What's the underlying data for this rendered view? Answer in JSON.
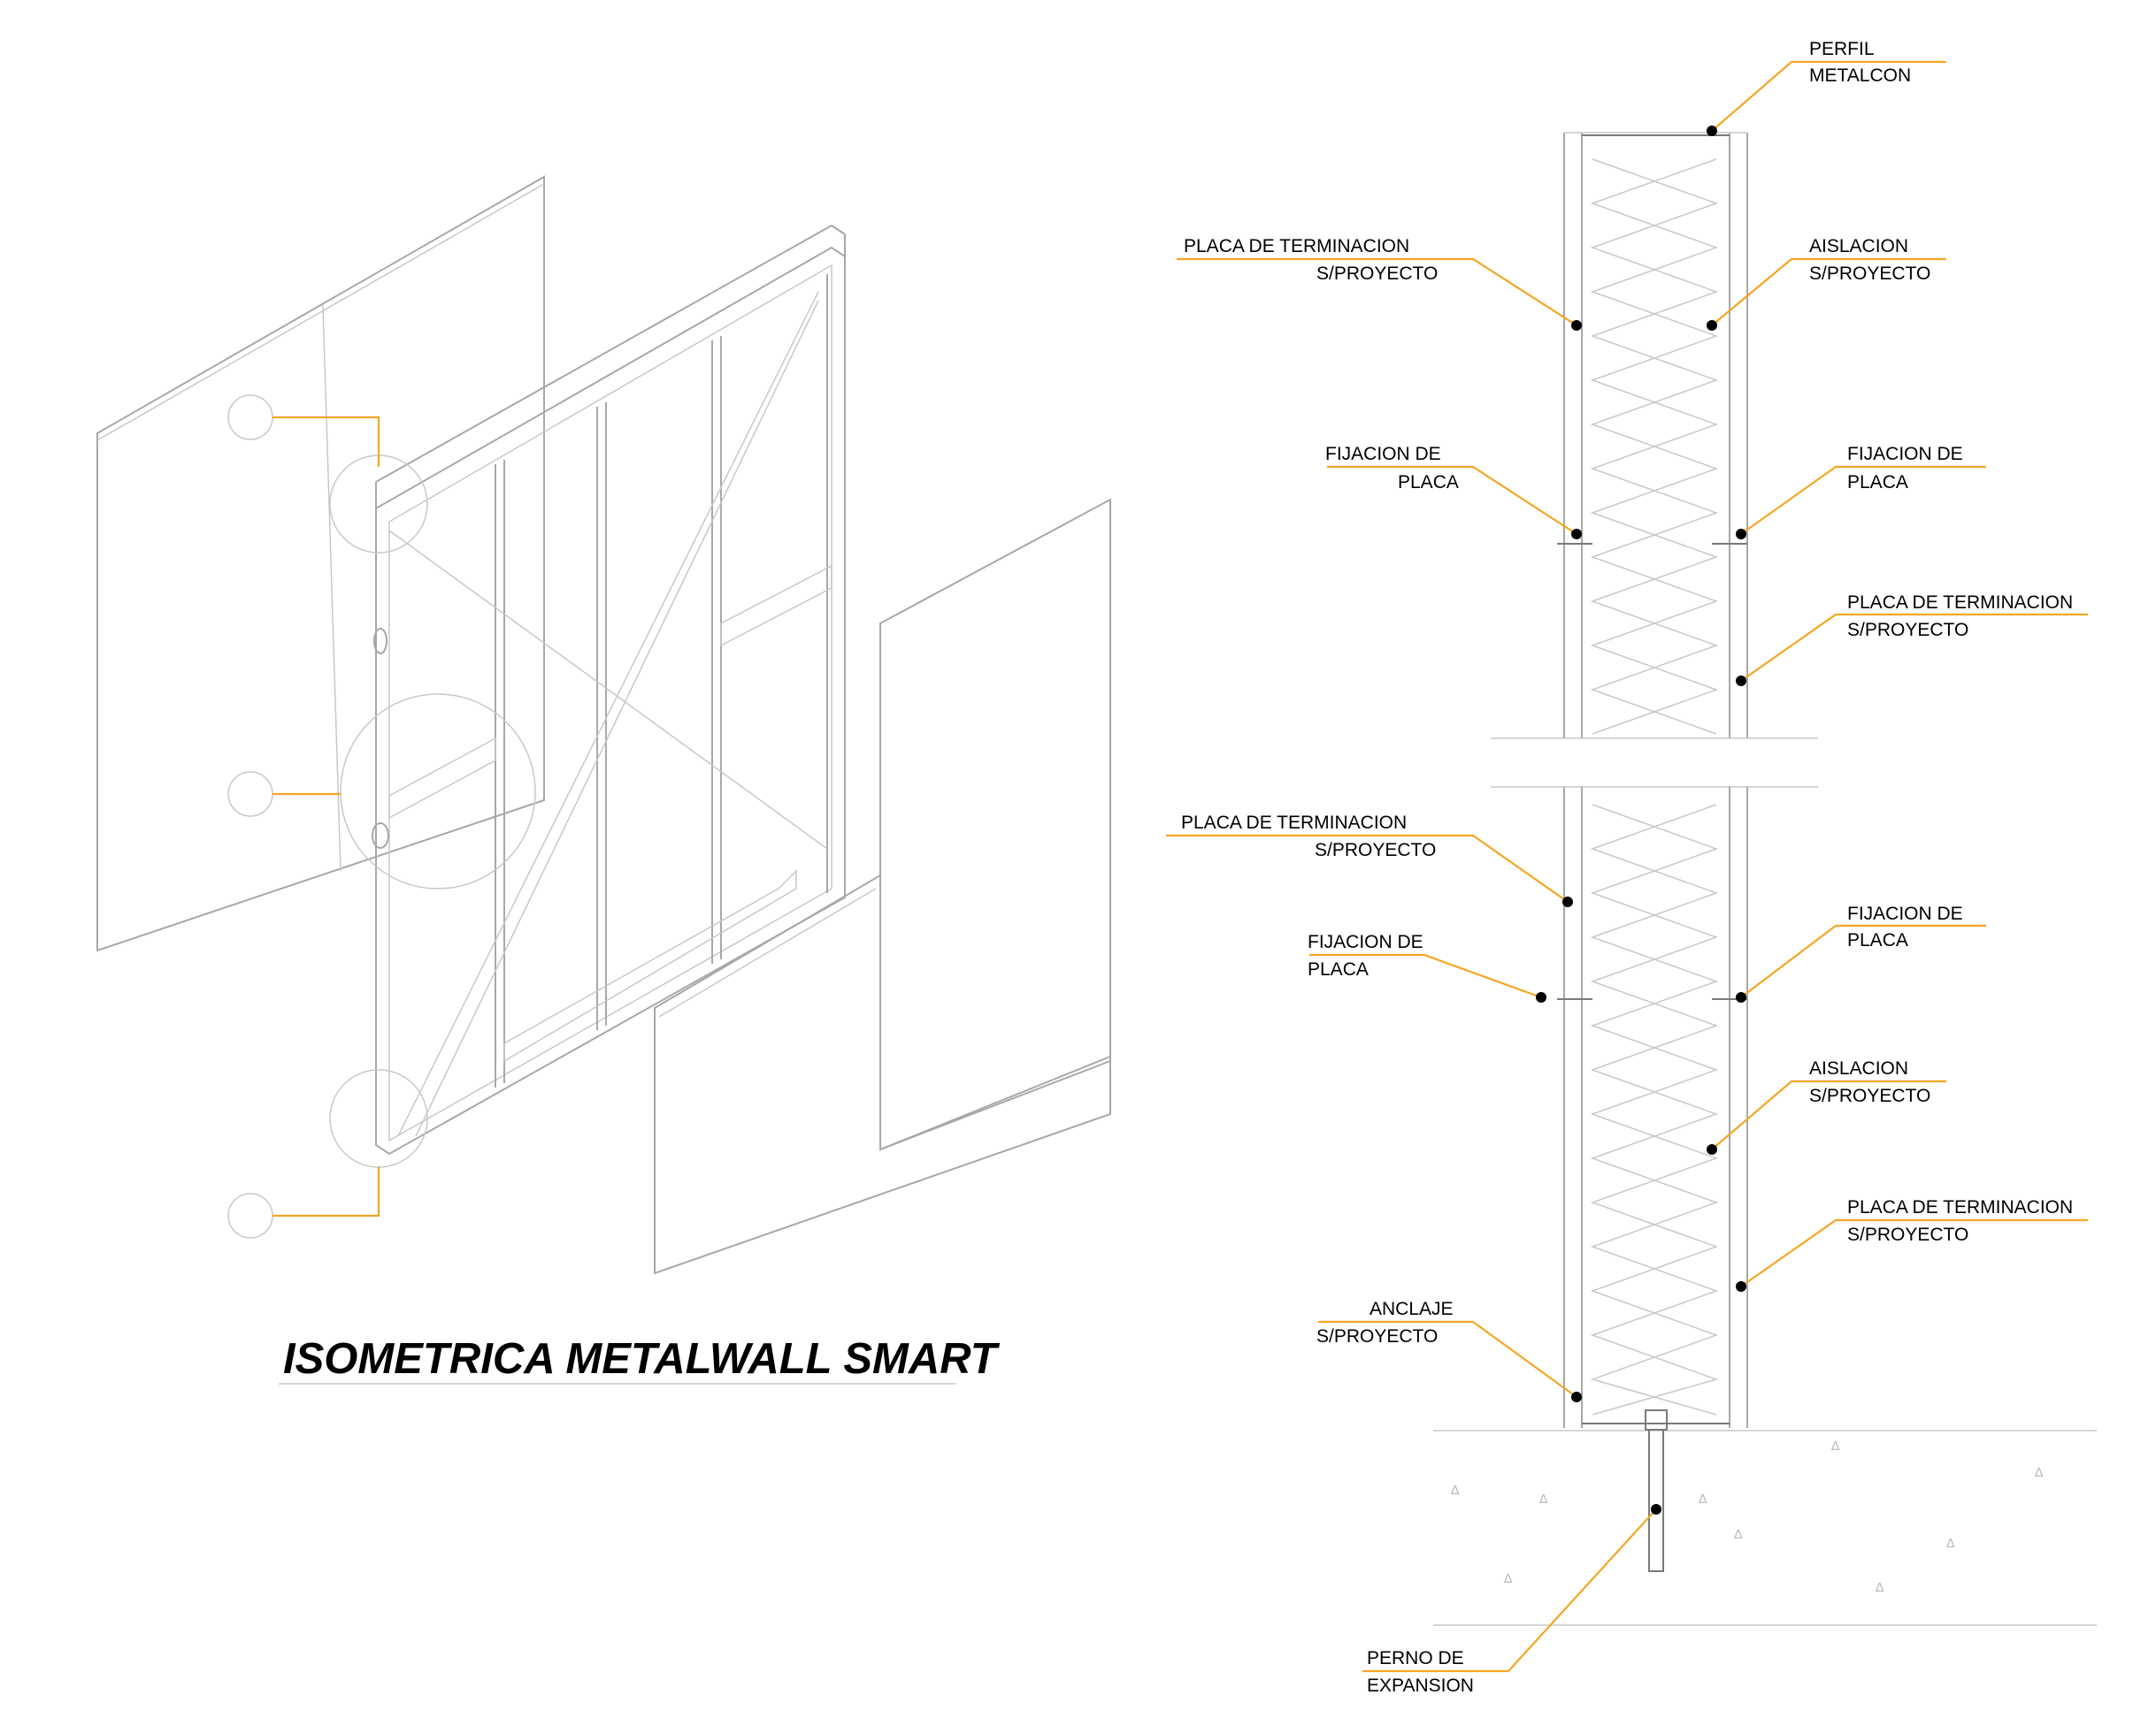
{
  "title": "ISOMETRICA METALWALL SMART",
  "colors": {
    "leader": "#f5a623",
    "line": "#a8a8a8",
    "text": "#000000"
  },
  "labels": {
    "perfil_metalcon": [
      "PERFIL",
      "METALCON"
    ],
    "placa_terminacion_1": [
      "PLACA DE TERMINACION",
      "S/PROYECTO"
    ],
    "aislacion_1": [
      "AISLACION",
      "S/PROYECTO"
    ],
    "fijacion_1": [
      "FIJACION DE",
      "PLACA"
    ],
    "fijacion_2": [
      "FIJACION DE",
      "PLACA"
    ],
    "placa_terminacion_2": [
      "PLACA DE TERMINACION",
      "S/PROYECTO"
    ],
    "placa_terminacion_3": [
      "PLACA DE TERMINACION",
      "S/PROYECTO"
    ],
    "fijacion_3": [
      "FIJACION DE",
      "PLACA"
    ],
    "fijacion_4": [
      "FIJACION DE",
      "PLACA"
    ],
    "aislacion_2": [
      "AISLACION",
      "S/PROYECTO"
    ],
    "placa_terminacion_4": [
      "PLACA DE TERMINACION",
      "S/PROYECTO"
    ],
    "anclaje": [
      "ANCLAJE",
      "S/PROYECTO"
    ],
    "perno_expansion": [
      "PERNO DE",
      "EXPANSION"
    ]
  }
}
